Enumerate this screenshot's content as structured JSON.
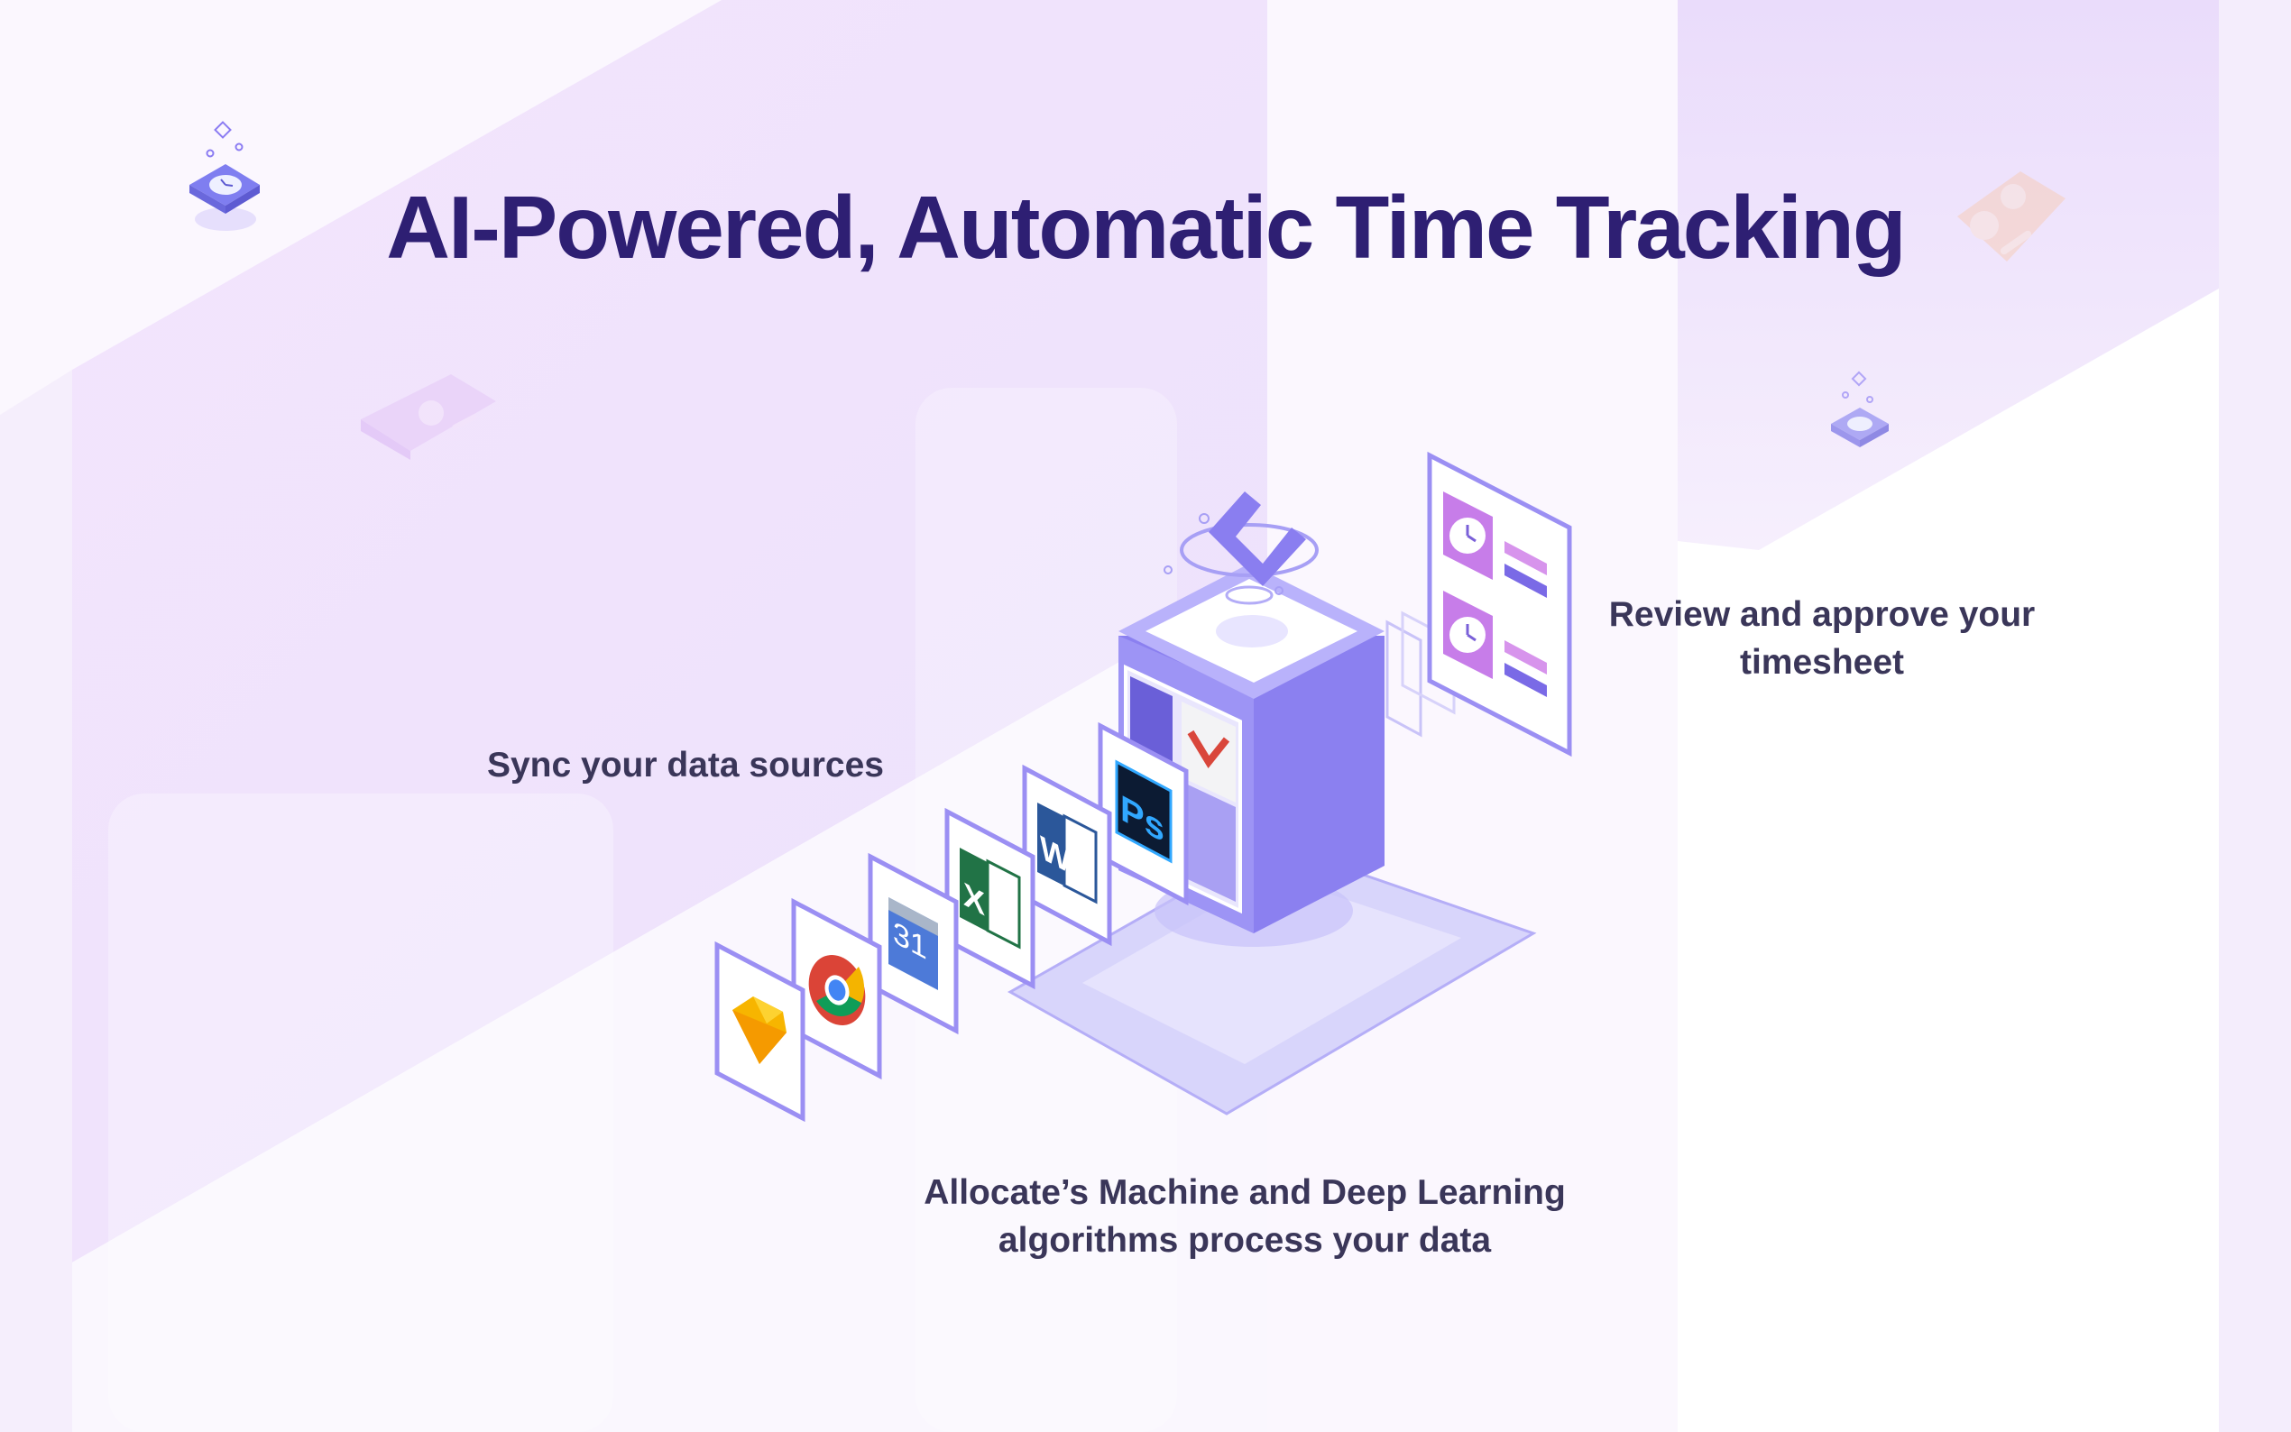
{
  "headline": "AI-Powered, Automatic Time Tracking",
  "captions": {
    "sync": "Sync your data sources",
    "review_line1": "Review and approve your",
    "review_line2": "timesheet",
    "allocate_line1": "Allocate’s Machine and Deep Learning",
    "allocate_line2": "algorithms process your data"
  },
  "app_icons": [
    {
      "name": "sketch-icon"
    },
    {
      "name": "chrome-icon"
    },
    {
      "name": "calendar-icon",
      "label": "31"
    },
    {
      "name": "excel-icon",
      "label": "X"
    },
    {
      "name": "word-icon",
      "label": "W"
    },
    {
      "name": "photoshop-icon",
      "label": "Ps"
    }
  ],
  "colors": {
    "headline": "#2e1f73",
    "caption": "#3a3659",
    "accent": "#8b7cf2",
    "lavender": "#efe3fb"
  }
}
